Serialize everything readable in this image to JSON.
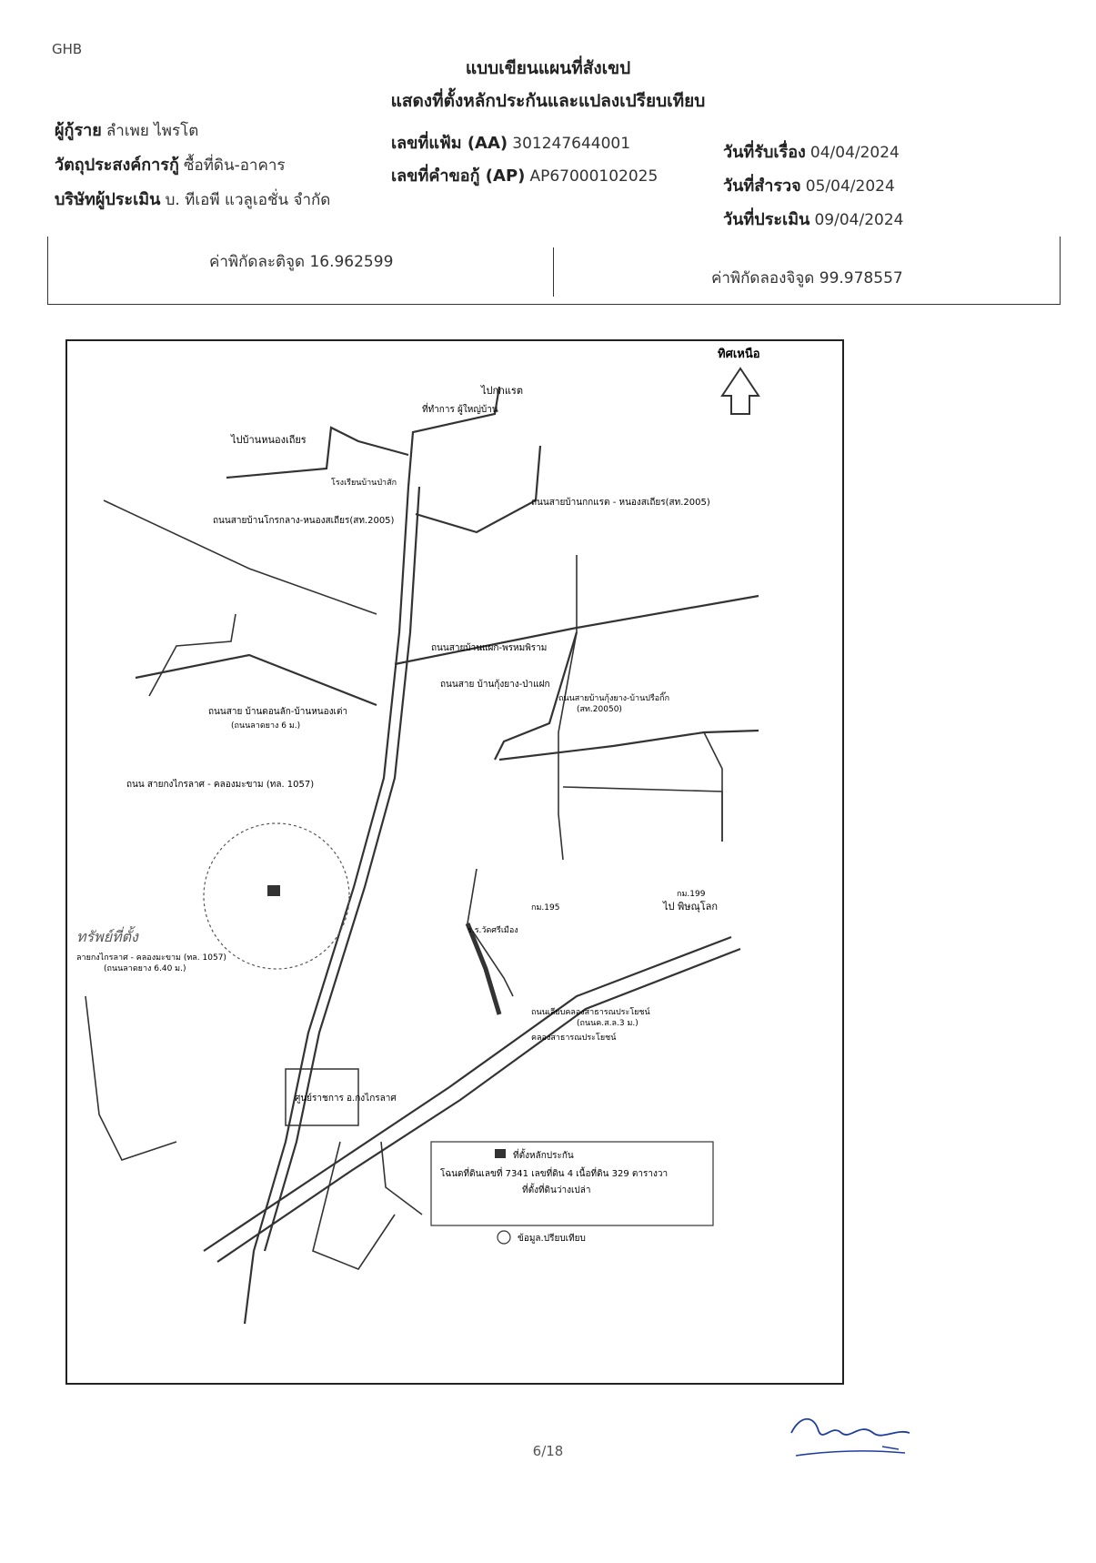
{
  "header": {
    "doc_id": "GHB",
    "title_line1": "แบบเขียนแผนที่สังเขป",
    "title_line2": "แสดงที่ตั้งหลักประกันและแปลงเปรียบเทียบ"
  },
  "info": {
    "borrower_label": "ผู้กู้ราย",
    "borrower_value": "ลำเพย ไพรโต",
    "purpose_label": "วัตถุประสงค์การกู้",
    "purpose_value": "ซื้อที่ดิน-อาคาร",
    "appraiser_label": "บริษัทผู้ประเมิน",
    "appraiser_value": "บ. ทีเอพี แวลูเอชั่น จำกัด",
    "file_no_label": "เลขที่แฟ้ม (AA)",
    "file_no_value": "301247644001",
    "request_no_label": "เลขที่คำขอกู้ (AP)",
    "request_no_value": "AP67000102025",
    "received_label": "วันที่รับเรื่อง",
    "received_value": "04/04/2024",
    "survey_label": "วันที่สำรวจ",
    "survey_value": "05/04/2024",
    "appraisal_label": "วันที่ประเมิน",
    "appraisal_value": "09/04/2024"
  },
  "coords": {
    "lat_label": "ค่าพิกัดละติจูด",
    "lat_value": "16.962599",
    "lon_label": "ค่าพิกัดลองจิจูด",
    "lon_value": "99.978557"
  },
  "map": {
    "north_label": "ทิศเหนือ",
    "labels": {
      "pakkaraet": "ไปกกแรต",
      "village_head": "ที่ทำการ ผู้ใหญ่บ้าน",
      "to_nong_tian": "ไปบ้านหนองเถียร",
      "school": "โรงเรียนบ้านป่าสัก",
      "road_pakkaraet": "ถนนสายบ้านกกแรต - หนองสเถียร(สท.2005)",
      "road_koklang": "ถนนสายบ้านโกรกลาง-หนองสเถียร(สท.2005)",
      "road_phaeng": "ถนนสายบ้านแผก-พรหมพิราม",
      "kongyang": "ถนนสาย บ้านกุ้งยาง-ป่าแฝก",
      "road_donlak": "ถนนสาย บ้านดอนลัก-บ้านหนองเต่า",
      "road_donlak_w": "(ถนนลาดยาง 6 ม.)",
      "road_1057": "ถนน สายกงไกรลาศ - คลองมะขาม (ทล. 1057)",
      "road_1057_w": "ลายกงไกรลาศ - คลองมะขาม (ทล. 1057)",
      "road_1057_w2": "(ถนนลาดยาง 6.40 ม.)",
      "to_phitsanulok": "ไป พิษณุโลก",
      "km195": "กม.195",
      "km199": "กม.199",
      "canal_road": "ถนนเลียบคลองสาธารณประโยชน์",
      "canal_road_w": "(ถนนค.ส.ล.3 ม.)",
      "canal": "คลองสาธารณประโยชน์",
      "district_office": "ศูนย์ราชการ อ.กงไกรลาศ",
      "wat_si_muang": "ร.ร.วัดศรีเมือง",
      "handwritten_asset": "ทรัพย์ที่ตั้ง",
      "road_kungyang": "ถนนสายบ้านกุ้งยาง-บ้านปรือกิ๊ก",
      "road_20050": "(สท.20050)"
    },
    "legend": {
      "collateral_label": "ที่ตั้งหลักประกัน",
      "collateral_desc": "โฉนดที่ดินเลขที่ 7341 เลขที่ดิน 4 เนื้อที่ดิน 329 ตารางวา",
      "collateral_status": "ที่ตั้งที่ดินว่างเปล่า",
      "comparison_label": "ข้อมูล.ปรียบเทียบ"
    }
  },
  "footer": {
    "page": "6/18"
  },
  "colors": {
    "ink": "#222222",
    "road": "#333333",
    "handwriting": "#1f3f9e"
  }
}
